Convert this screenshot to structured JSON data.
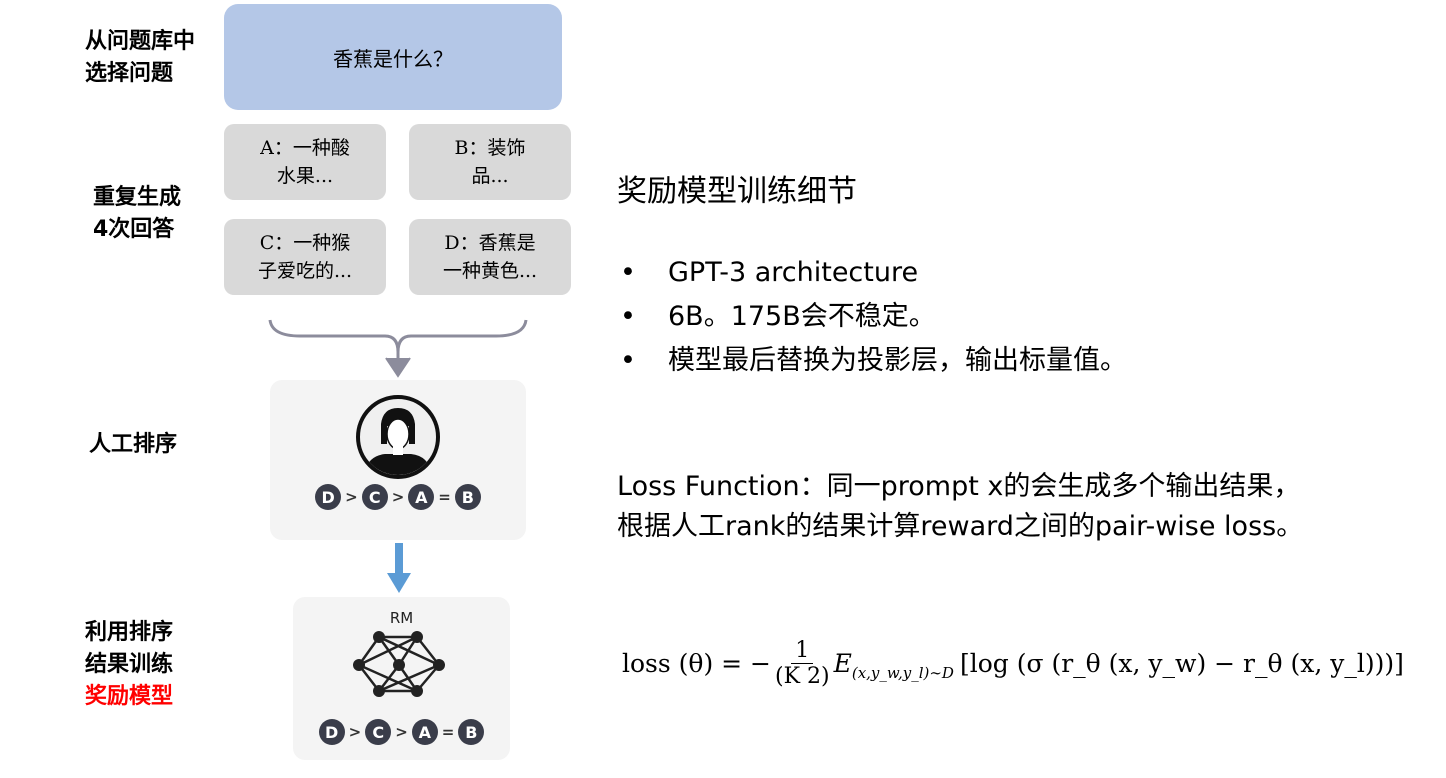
{
  "left_labels": {
    "select_line1": "从问题库中",
    "select_line2": "选择问题",
    "repeat_line1": "重复生成",
    "repeat_line2": "4次回答",
    "human_rank": "人工排序",
    "train_line1": "利用排序",
    "train_line2": "结果训练",
    "train_line3": "奖励模型"
  },
  "question": "香蕉是什么？",
  "answers": [
    {
      "text": "A：一种酸\n水果..."
    },
    {
      "text": "B：装饰\n品..."
    },
    {
      "text": "C：一种猴\n子爱吃的..."
    },
    {
      "text": "D：香蕉是\n一种黄色..."
    }
  ],
  "ranking": {
    "items": [
      "D",
      "C",
      "A",
      "B"
    ],
    "ops": [
      ">",
      ">",
      "="
    ]
  },
  "rm_label": "RM",
  "right": {
    "title": "奖励模型训练细节",
    "bullets": [
      "GPT-3 architecture",
      "6B。175B会不稳定。",
      "模型最后替换为投影层，输出标量值。"
    ],
    "loss_line1": "Loss Function：同一prompt x的会生成多个输出结果，",
    "loss_line2": "根据人工rank的结果计算reward之间的pair-wise loss。"
  },
  "formula": {
    "lhs": "loss (θ) = −",
    "num": "1",
    "den": "(K 2)",
    "expect": "E",
    "expect_sub": "(x,y_w,y_l)∼D",
    "body": "[log (σ (r_θ (x, y_w) − r_θ (x, y_l)))]"
  },
  "colors": {
    "question_box": "#b4c7e7",
    "answer_box": "#d9d9d9",
    "arrow_blue": "#5b9bd5",
    "highlight_red": "#ff0000",
    "chip": "#3a3d4a"
  }
}
